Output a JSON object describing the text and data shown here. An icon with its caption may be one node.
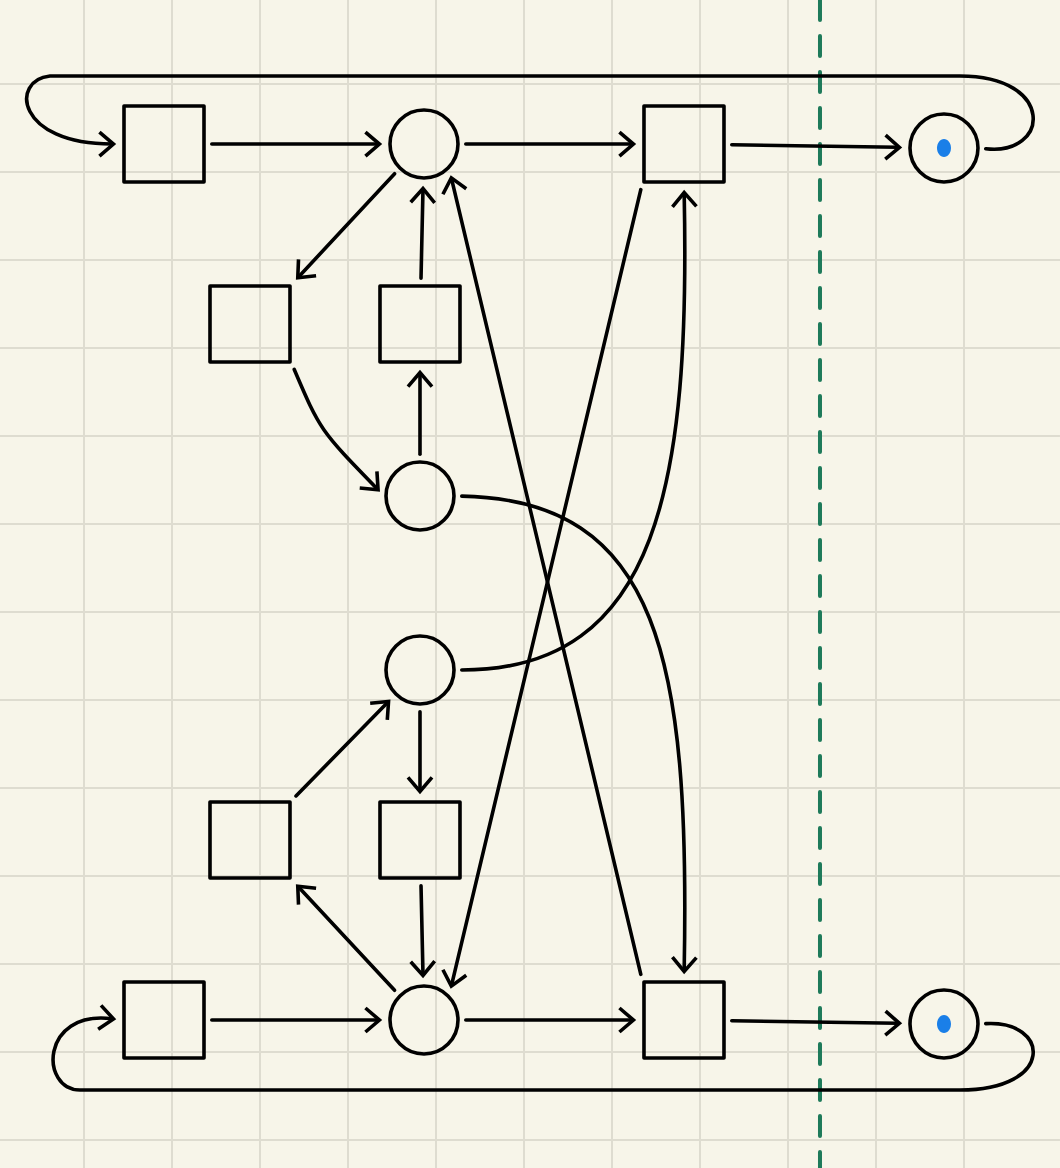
{
  "diagram": {
    "nodes": [
      {
        "text": [],
        "shape": "box"
      },
      {
        "text": [],
        "shape": "circle"
      },
      {
        "text": [],
        "shape": "box"
      },
      {
        "text": [],
        "shape": "circle"
      },
      {
        "text": [],
        "shape": "box"
      },
      {
        "text": [],
        "shape": "box"
      },
      {
        "text": [],
        "shape": "circle"
      },
      {
        "text": [],
        "shape": "circle"
      },
      {
        "text": [],
        "shape": "box"
      },
      {
        "text": [],
        "shape": "box"
      },
      {
        "text": [],
        "shape": "box"
      },
      {
        "text": [],
        "shape": "circle"
      },
      {
        "text": [],
        "shape": "box"
      },
      {
        "text": [],
        "shape": "circle"
      }
    ],
    "edges": [
      {
        "from": 0,
        "to": 1,
        "arrow": "to"
      },
      {
        "from": 1,
        "to": 2,
        "arrow": "to"
      },
      {
        "from": 2,
        "to": 3,
        "arrow": "to"
      },
      {
        "from": 3,
        "to": 0,
        "arrow": "to"
      },
      {
        "from": 1,
        "to": 4,
        "arrow": "to"
      },
      {
        "from": 5,
        "to": 1,
        "arrow": "to"
      },
      {
        "from": 4,
        "to": 6,
        "arrow": "to"
      },
      {
        "from": 6,
        "to": 5,
        "arrow": "to"
      },
      {
        "from": 8,
        "to": 7,
        "arrow": "to"
      },
      {
        "from": 7,
        "to": 9,
        "arrow": "to"
      },
      {
        "from": 9,
        "to": 11,
        "arrow": "to"
      },
      {
        "from": 11,
        "to": 8,
        "arrow": "to"
      },
      {
        "from": 10,
        "to": 11,
        "arrow": "to"
      },
      {
        "from": 11,
        "to": 12,
        "arrow": "to"
      },
      {
        "from": 12,
        "to": 13,
        "arrow": "to"
      },
      {
        "from": 13,
        "to": 10,
        "arrow": "to"
      },
      {
        "from": 2,
        "to": 11,
        "arrow": "to"
      },
      {
        "from": 12,
        "to": 1,
        "arrow": "to"
      },
      {
        "from": 6,
        "to": 12,
        "arrow": "to"
      },
      {
        "from": 7,
        "to": 2,
        "arrow": "to"
      }
    ]
  }
}
